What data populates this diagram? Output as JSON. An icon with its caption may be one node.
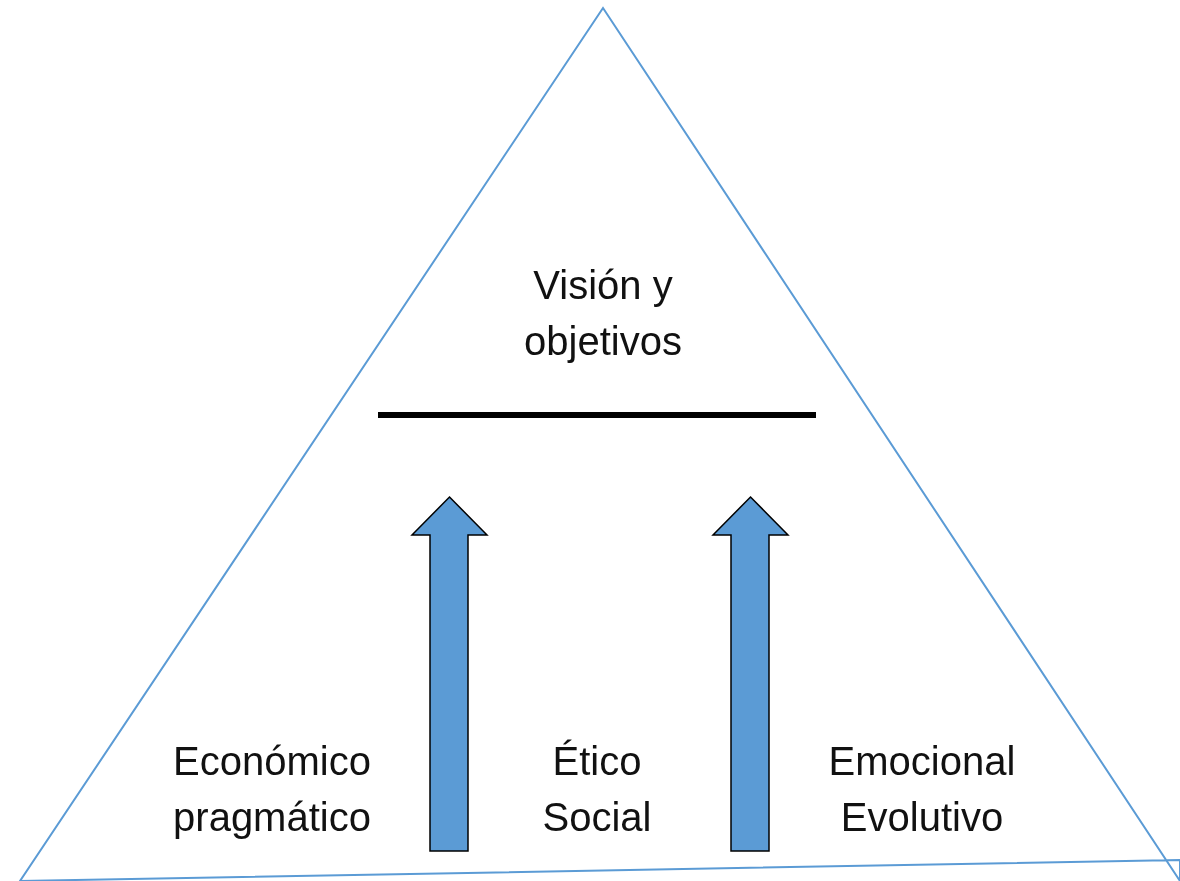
{
  "diagram": {
    "nodes": [
      {
        "text": [
          "Visión y objetivos",
          "Económico pragmático",
          "Ético Social",
          "Emocional Evolutivo"
        ]
      }
    ]
  }
}
